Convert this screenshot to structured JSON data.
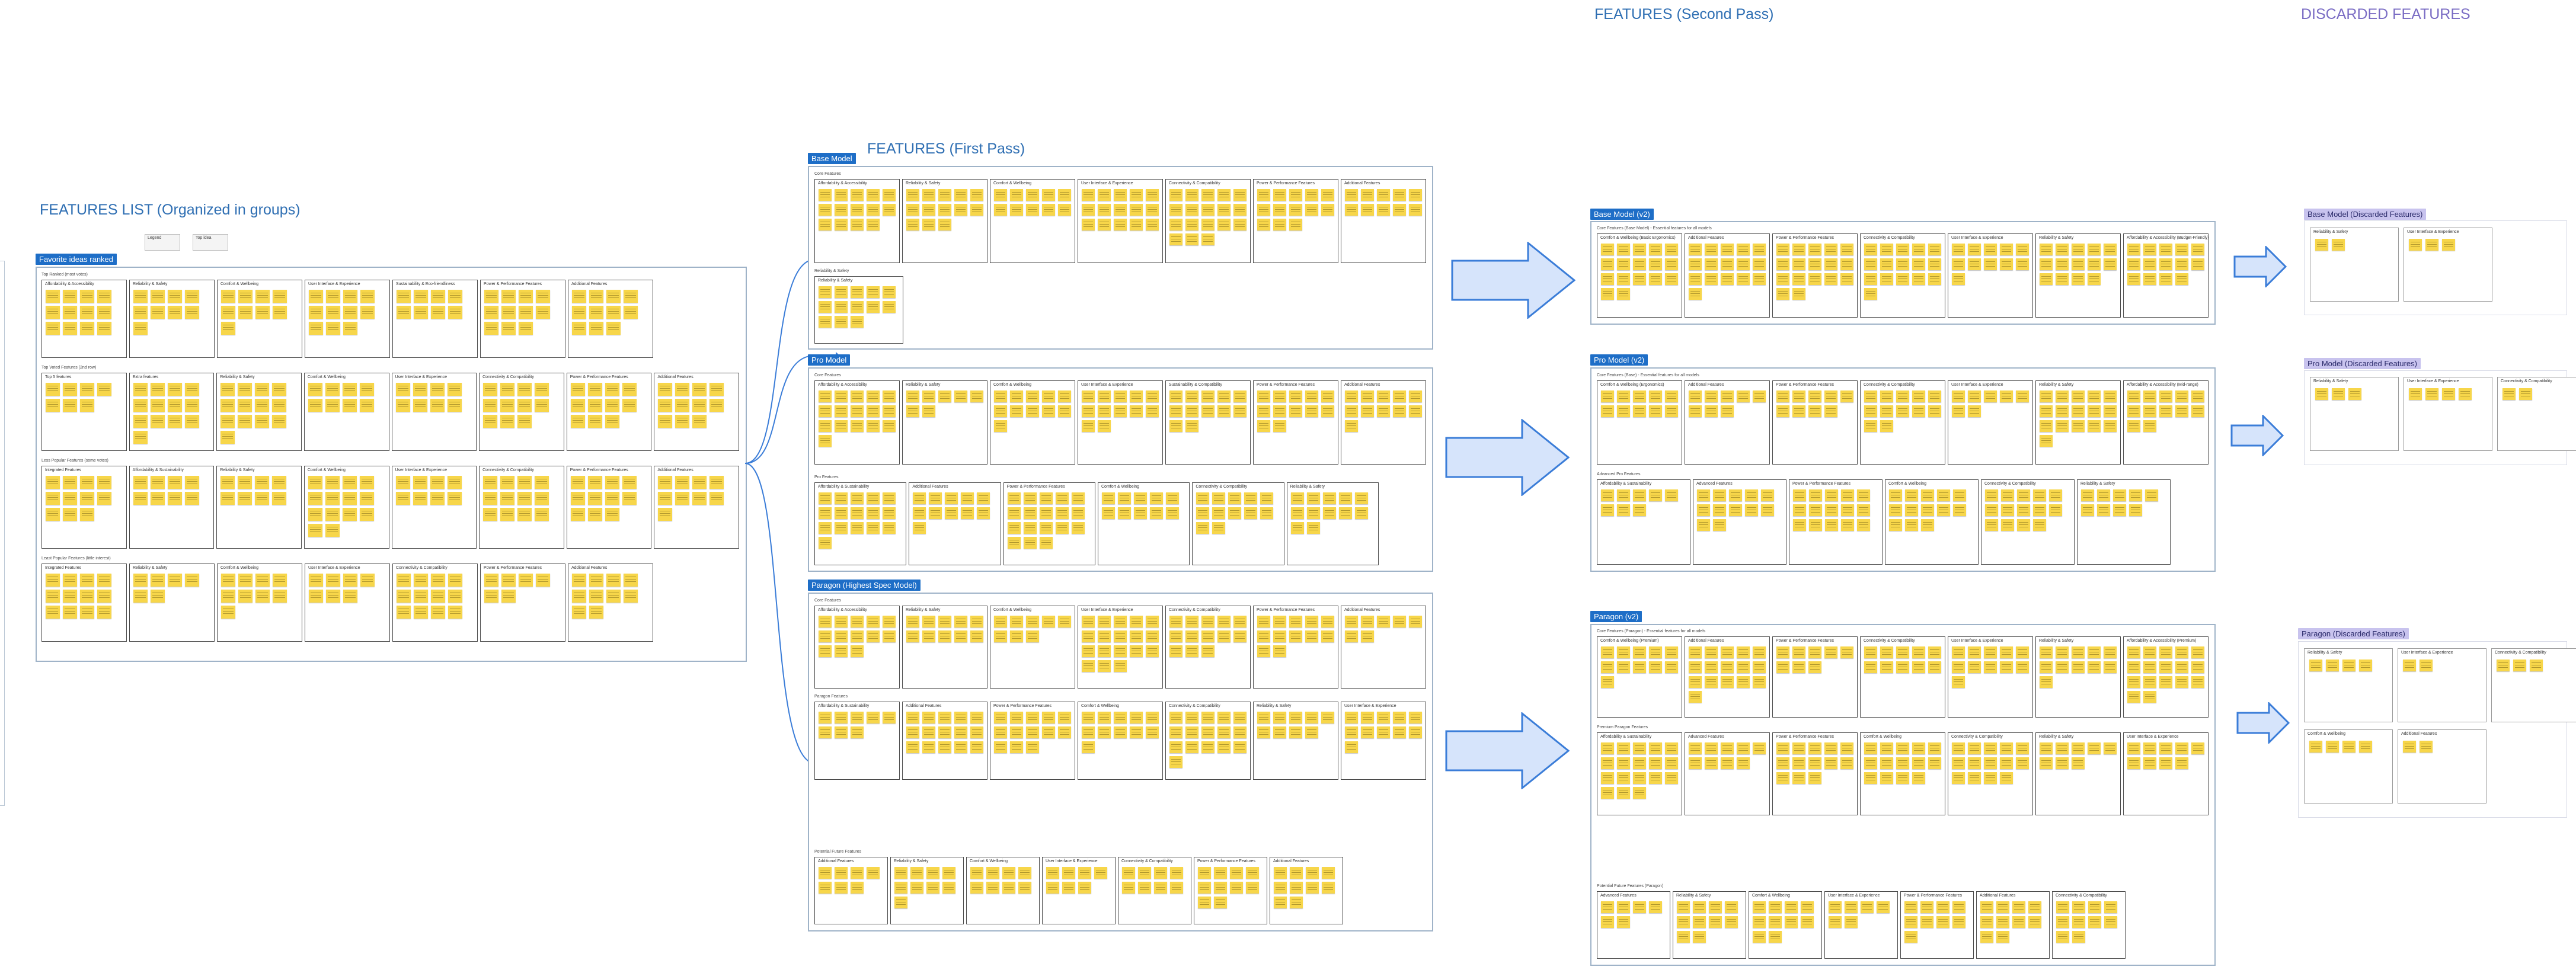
{
  "headings": {
    "features_list": "FEATURES LIST (Organized in groups)",
    "first_pass": "FEATURES (First Pass)",
    "second_pass": "FEATURES (Second Pass)",
    "discarded": "DISCARDED FEATURES"
  },
  "features_list": {
    "tag": "Favorite ideas ranked",
    "legend": [
      "Legend",
      "Top idea"
    ],
    "rows": [
      {
        "label": "Top Ranked (most votes)",
        "groups": [
          "Affordability & Accessibility",
          "Reliability & Safety",
          "Comfort & Wellbeing",
          "User Interface & Experience",
          "Sustainability & Eco-friendliness",
          "Power & Performance Features",
          "Additional Features"
        ]
      },
      {
        "label": "Top Voted Features (2nd row)",
        "groups": [
          "Top 5 features",
          "Extra features",
          "Reliability & Safety",
          "Comfort & Wellbeing",
          "User Interface & Experience",
          "Connectivity & Compatibility",
          "Power & Performance Features",
          "Additional Features"
        ]
      },
      {
        "label": "Less Popular Features (some votes)",
        "groups": [
          "Integrated Features",
          "Affordability & Sustainability",
          "Reliability & Safety",
          "Comfort & Wellbeing",
          "User Interface & Experience",
          "Connectivity & Compatibility",
          "Power & Performance Features",
          "Additional Features"
        ]
      },
      {
        "label": "Least Popular Features (little interest)",
        "groups": [
          "Integrated Features",
          "Reliability & Safety",
          "Comfort & Wellbeing",
          "User Interface & Experience",
          "Connectivity & Compatibility",
          "Power & Performance Features",
          "Additional Features"
        ]
      }
    ]
  },
  "first_pass": {
    "models": [
      {
        "tag": "Base Model",
        "rows": [
          {
            "label": "Core Features",
            "groups": [
              "Affordability & Accessibility",
              "Reliability & Safety",
              "Comfort & Wellbeing",
              "User Interface & Experience",
              "Connectivity & Compatibility",
              "Power & Performance Features",
              "Additional Features"
            ]
          },
          {
            "label": "Reliability & Safety",
            "groups": [
              "Reliability & Safety"
            ]
          }
        ]
      },
      {
        "tag": "Pro Model",
        "rows": [
          {
            "label": "Core Features",
            "groups": [
              "Affordability & Accessibility",
              "Reliability & Safety",
              "Comfort & Wellbeing",
              "User Interface & Experience",
              "Sustainability & Compatibility",
              "Power & Performance Features",
              "Additional Features"
            ]
          },
          {
            "label": "Pro Features",
            "groups": [
              "Affordability & Sustainability",
              "Additional Features",
              "Power & Performance Features",
              "Comfort & Wellbeing",
              "Connectivity & Compatibility",
              "Reliability & Safety"
            ]
          }
        ]
      },
      {
        "tag": "Paragon (Highest Spec Model)",
        "rows": [
          {
            "label": "Core Features",
            "groups": [
              "Affordability & Accessibility",
              "Reliability & Safety",
              "Comfort & Wellbeing",
              "User Interface & Experience",
              "Connectivity & Compatibility",
              "Power & Performance Features",
              "Additional Features"
            ]
          },
          {
            "label": "Paragon Features",
            "groups": [
              "Affordability & Sustainability",
              "Additional Features",
              "Power & Performance Features",
              "Comfort & Wellbeing",
              "Connectivity & Compatibility",
              "Reliability & Safety",
              "User Interface & Experience"
            ]
          },
          {
            "label": "Potential Future Features",
            "groups": [
              "Additional Features",
              "Reliability & Safety",
              "Comfort & Wellbeing",
              "User Interface & Experience",
              "Connectivity & Compatibility",
              "Power & Performance Features",
              "Additional Features"
            ]
          }
        ]
      }
    ]
  },
  "second_pass": {
    "models": [
      {
        "tag": "Base Model (v2)",
        "rows": [
          {
            "label": "Core Features (Base Model) - Essential features for all models",
            "groups": [
              "Comfort & Wellbeing (Basic Ergonomics)",
              "Additional Features",
              "Power & Performance Features",
              "Connectivity & Compatibility",
              "User Interface & Experience",
              "Reliability & Safety",
              "Affordability & Accessibility (Budget-Friendly)"
            ]
          }
        ]
      },
      {
        "tag": "Pro Model (v2)",
        "rows": [
          {
            "label": "Core Features (Base) - Essential features for all models",
            "groups": [
              "Comfort & Wellbeing (Ergonomics)",
              "Additional Features",
              "Power & Performance Features",
              "Connectivity & Compatibility",
              "User Interface & Experience",
              "Reliability & Safety",
              "Affordability & Accessibility (Mid-range)"
            ]
          },
          {
            "label": "Advanced Pro Features",
            "groups": [
              "Affordability & Sustainability",
              "Advanced Features",
              "Power & Performance Features",
              "Comfort & Wellbeing",
              "Connectivity & Compatibility",
              "Reliability & Safety"
            ]
          }
        ]
      },
      {
        "tag": "Paragon (v2)",
        "rows": [
          {
            "label": "Core Features (Paragon) - Essential features for all models",
            "groups": [
              "Comfort & Wellbeing (Premium)",
              "Additional Features",
              "Power & Performance Features",
              "Connectivity & Compatibility",
              "User Interface & Experience",
              "Reliability & Safety",
              "Affordability & Accessibility (Premium)"
            ]
          },
          {
            "label": "Premium Paragon Features",
            "groups": [
              "Affordability & Sustainability",
              "Advanced Features",
              "Power & Performance Features",
              "Comfort & Wellbeing",
              "Connectivity & Compatibility",
              "Reliability & Safety",
              "User Interface & Experience"
            ]
          },
          {
            "label": "Potential Future Features (Paragon)",
            "groups": [
              "Advanced Features",
              "Reliability & Safety",
              "Comfort & Wellbeing",
              "User Interface & Experience",
              "Power & Performance Features",
              "Additional Features",
              "Connectivity & Compatibility"
            ]
          }
        ]
      }
    ]
  },
  "discarded": {
    "models": [
      {
        "tag": "Base Model (Discarded Features)",
        "groups": [
          "Reliability & Safety",
          "User Interface & Experience"
        ]
      },
      {
        "tag": "Pro Model (Discarded Features)",
        "groups": [
          "Reliability & Safety",
          "User Interface & Experience",
          "Connectivity & Compatibility"
        ]
      },
      {
        "tag": "Paragon (Discarded Features)",
        "groups": [
          "Reliability & Safety",
          "User Interface & Experience",
          "Connectivity & Compatibility",
          "Comfort & Wellbeing",
          "Additional Features"
        ]
      }
    ]
  },
  "colors": {
    "sticky": "#f7d64a",
    "tag": "#1e6ec7",
    "heading": "#2f6fb3",
    "discard_heading": "#7a6cc4",
    "arrow_fill": "#d6e4fb",
    "arrow_stroke": "#3b7dd8"
  }
}
